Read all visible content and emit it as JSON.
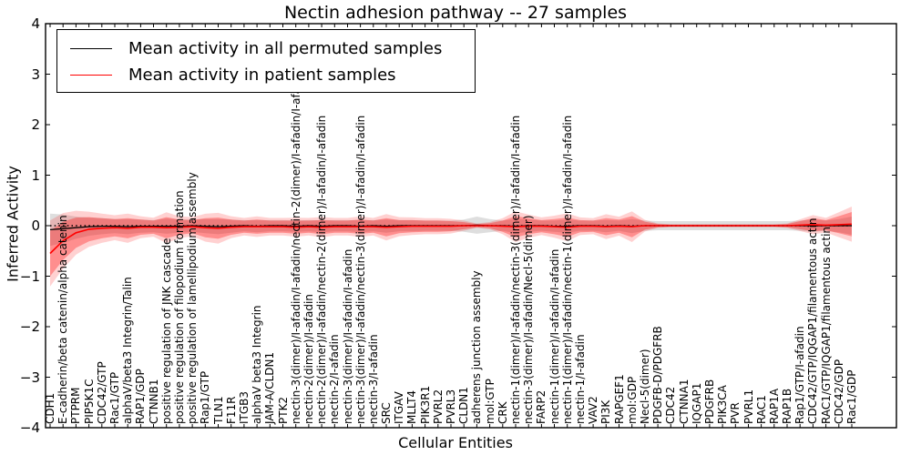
{
  "title": "Nectin adhesion pathway -- 27 samples",
  "axes": {
    "ylabel": "Inferred Activity",
    "xlabel": "Cellular Entities",
    "ytick_labels": [
      "4",
      "3",
      "2",
      "1",
      "0",
      "−1",
      "−2",
      "−3",
      "−4"
    ],
    "ytick_values": [
      4,
      3,
      2,
      1,
      0,
      -1,
      -2,
      -3,
      -4
    ]
  },
  "legend": {
    "entries": [
      {
        "label": "Mean activity in all permuted samples",
        "color": "#000000"
      },
      {
        "label": "Mean activity in patient samples",
        "color": "#ff0000"
      }
    ]
  },
  "colors": {
    "permuted_line": "#000000",
    "patient_line": "#ff0000",
    "permuted_band": "#bbbbbb",
    "patient_band": "#f08080",
    "zero_line": "#000000"
  },
  "chart_data": {
    "type": "line",
    "title": "Nectin adhesion pathway -- 27 samples",
    "xlabel": "Cellular Entities",
    "ylabel": "Inferred Activity",
    "ylim": [
      -4,
      4
    ],
    "grid": false,
    "legend_position": "upper-left",
    "categories": [
      "CDH1",
      "E-cadherin/beta catenin/alpha catenin",
      "PTPRM",
      "PIP5K1C",
      "CDC42/GTP",
      "Rac1/GTP",
      "alphaV/beta3 Integrin/Talin",
      "RAP1/GDP",
      "CTNNB1",
      "positive regulation of JNK cascade",
      "positive regulation of filopodium formation",
      "positive regulation of lamellipodium assembly",
      "Rap1/GTP",
      "TLN1",
      "F11R",
      "ITGB3",
      "alphaV beta3 Integrin",
      "JAM-A/CLDN1",
      "PTK2",
      "nectin-3(dimer)/I-afadin/I-afadin/nectin-2(dimer)/I-afadin/I-afadin",
      "nectin-2(dimer)/I-afadin",
      "nectin-2(dimer)/I-afadin/nectin-2(dimer)/I-afadin/I-afadin",
      "nectin-2/I-afadin",
      "nectin-3(dimer)/I-afadin/I-afadin",
      "nectin-3(dimer)/I-afadin/nectin-3(dimer)/I-afadin/I-afadin",
      "nectin-3/I-afadin",
      "SRC",
      "ITGAV",
      "MLLT4",
      "PIK3R1",
      "PVRL2",
      "PVRL3",
      "CLDN1",
      "adherens junction assembly",
      "mol:GTP",
      "CRK",
      "nectin-1(dimer)/I-afadin/nectin-3(dimer)/I-afadin/I-afadin",
      "nectin-3(dimer)/I-afadin/Necl-5(dimer)",
      "FARP2",
      "nectin-1(dimer)/I-afadin/I-afadin",
      "nectin-1(dimer)/I-afadin/nectin-1(dimer)/I-afadin/I-afadin",
      "nectin-1/I-afadin",
      "VAV2",
      "PI3K",
      "RAPGEF1",
      "mol:GDP",
      "Necl-5(dimer)",
      "PDGFB-D/PDGFRB",
      "CDC42",
      "CTNNA1",
      "IQGAP1",
      "PDGFRB",
      "PIK3CA",
      "PVR",
      "PVRL1",
      "RAC1",
      "RAP1A",
      "RAP1B",
      "Rap1/GTP/I-afadin",
      "CDC42/GTP/IQGAP1/filamentous actin",
      "RAC1/GTP/IQGAP1/filamentous actin",
      "CDC42/GDP",
      "Rac1/GDP"
    ],
    "series": [
      {
        "name": "Mean activity in all permuted samples",
        "color": "#000000",
        "values": [
          -0.08,
          -0.06,
          -0.04,
          -0.02,
          -0.01,
          -0.01,
          -0.02,
          -0.01,
          -0.01,
          -0.01,
          -0.01,
          0.0,
          -0.01,
          -0.02,
          -0.01,
          0.0,
          -0.01,
          0.0,
          0.0,
          -0.01,
          0.0,
          -0.01,
          0.0,
          0.0,
          -0.01,
          0.0,
          -0.01,
          0.0,
          0.0,
          0.0,
          0.0,
          0.0,
          0.0,
          0.01,
          0.0,
          0.0,
          -0.01,
          0.0,
          0.0,
          -0.01,
          -0.01,
          0.0,
          0.0,
          -0.01,
          0.0,
          -0.01,
          0.0,
          0.0,
          0.0,
          0.0,
          0.0,
          0.0,
          0.0,
          0.0,
          0.0,
          0.0,
          0.0,
          0.0,
          0.0,
          0.0,
          0.0,
          0.0,
          0.0
        ],
        "band_halfwidth": [
          0.32,
          0.28,
          0.22,
          0.18,
          0.16,
          0.14,
          0.15,
          0.13,
          0.12,
          0.15,
          0.13,
          0.12,
          0.14,
          0.15,
          0.13,
          0.11,
          0.12,
          0.11,
          0.11,
          0.11,
          0.11,
          0.12,
          0.11,
          0.11,
          0.12,
          0.11,
          0.13,
          0.11,
          0.11,
          0.1,
          0.1,
          0.1,
          0.12,
          0.17,
          0.13,
          0.1,
          0.14,
          0.12,
          0.1,
          0.11,
          0.13,
          0.1,
          0.1,
          0.12,
          0.1,
          0.14,
          0.1,
          0.09,
          0.09,
          0.09,
          0.09,
          0.09,
          0.09,
          0.09,
          0.09,
          0.09,
          0.09,
          0.09,
          0.1,
          0.12,
          0.1,
          0.13,
          0.18
        ]
      },
      {
        "name": "Mean activity in patient samples",
        "color": "#ff0000",
        "values": [
          -0.55,
          -0.3,
          -0.14,
          -0.07,
          -0.05,
          -0.04,
          -0.05,
          -0.03,
          -0.03,
          -0.04,
          -0.03,
          -0.02,
          -0.04,
          -0.05,
          -0.03,
          -0.02,
          -0.02,
          -0.02,
          -0.02,
          -0.03,
          -0.02,
          -0.03,
          -0.02,
          -0.02,
          -0.02,
          -0.02,
          -0.03,
          -0.02,
          -0.01,
          -0.01,
          -0.01,
          -0.01,
          0.0,
          0.0,
          0.0,
          -0.01,
          -0.02,
          -0.01,
          -0.01,
          -0.02,
          -0.03,
          -0.01,
          -0.01,
          -0.02,
          -0.01,
          -0.02,
          0.0,
          0.0,
          0.0,
          0.0,
          0.0,
          0.0,
          0.0,
          0.0,
          0.0,
          0.0,
          0.0,
          0.0,
          0.01,
          0.02,
          0.01,
          0.02,
          0.03
        ],
        "band_halfwidth": [
          0.45,
          0.38,
          0.3,
          0.24,
          0.2,
          0.17,
          0.2,
          0.15,
          0.13,
          0.21,
          0.15,
          0.13,
          0.19,
          0.21,
          0.15,
          0.12,
          0.14,
          0.12,
          0.12,
          0.13,
          0.12,
          0.14,
          0.12,
          0.12,
          0.14,
          0.12,
          0.18,
          0.13,
          0.12,
          0.11,
          0.11,
          0.1,
          0.07,
          0.03,
          0.05,
          0.11,
          0.21,
          0.16,
          0.12,
          0.15,
          0.19,
          0.12,
          0.11,
          0.17,
          0.13,
          0.21,
          0.08,
          0.03,
          0.02,
          0.02,
          0.02,
          0.02,
          0.02,
          0.02,
          0.02,
          0.02,
          0.02,
          0.03,
          0.08,
          0.13,
          0.1,
          0.17,
          0.24
        ]
      }
    ],
    "zero_reference_line": 0
  }
}
